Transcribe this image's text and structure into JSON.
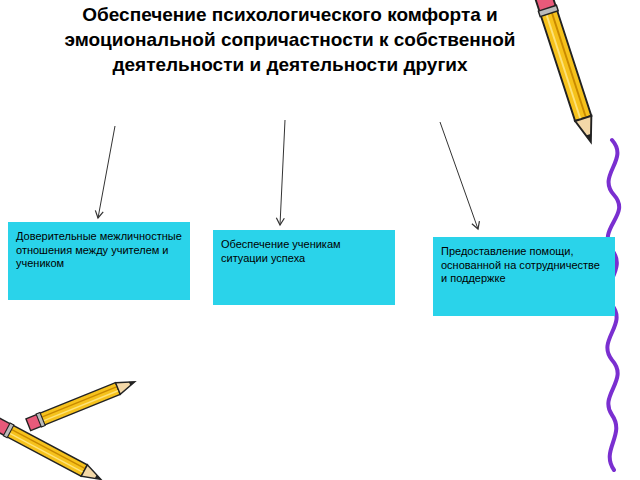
{
  "diagram": {
    "title": "Обеспечение психологического комфорта и эмоциональной сопричастности к собственной деятельности и деятельности других",
    "nodes": [
      {
        "text": [
          "Доверительные межличностные отношения между учителем и учеником"
        ]
      },
      {
        "text": [
          "Обеспечение ученикам ситуации  успеха"
        ]
      },
      {
        "text": [
          "Предоставление помощи, основанной на сотрудничестве и поддержке"
        ]
      }
    ]
  }
}
